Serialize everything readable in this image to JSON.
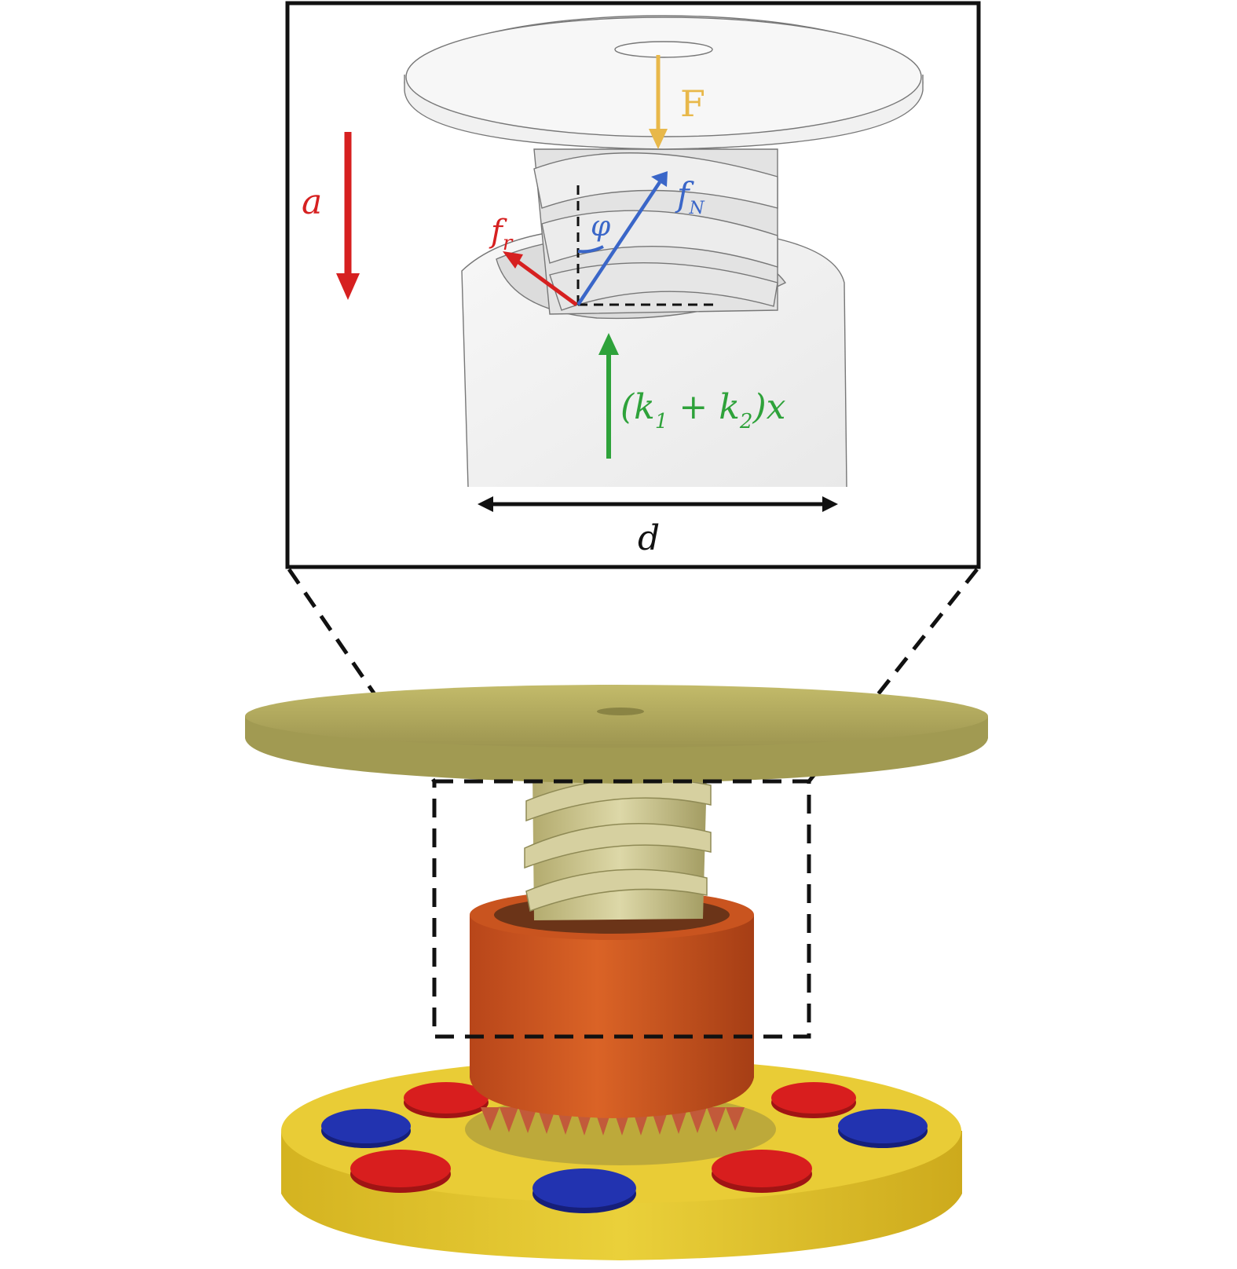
{
  "inset": {
    "labels": {
      "force_F": "F",
      "accel_a": "a",
      "normal_f": "f",
      "normal_sub": "N",
      "friction_f": "f",
      "friction_sub": "r",
      "angle": "φ",
      "spring_open": "(k",
      "spring_sub1": "1",
      "spring_plus": " + k",
      "spring_sub2": "2",
      "spring_close": ")x",
      "diameter": "d"
    }
  },
  "colors": {
    "force_F": "#e8b84a",
    "accel_a": "#d62020",
    "normal_f": "#3a66c8",
    "friction_f": "#d62020",
    "spring": "#2ea23a",
    "frame": "#111111",
    "top_plate": "#b5ad5c",
    "screw": "#c9c38c",
    "orange_nut": "#d2571e",
    "base_plate": "#e2c22c",
    "red_disc": "#d81e1e",
    "blue_disc": "#2233b0"
  }
}
